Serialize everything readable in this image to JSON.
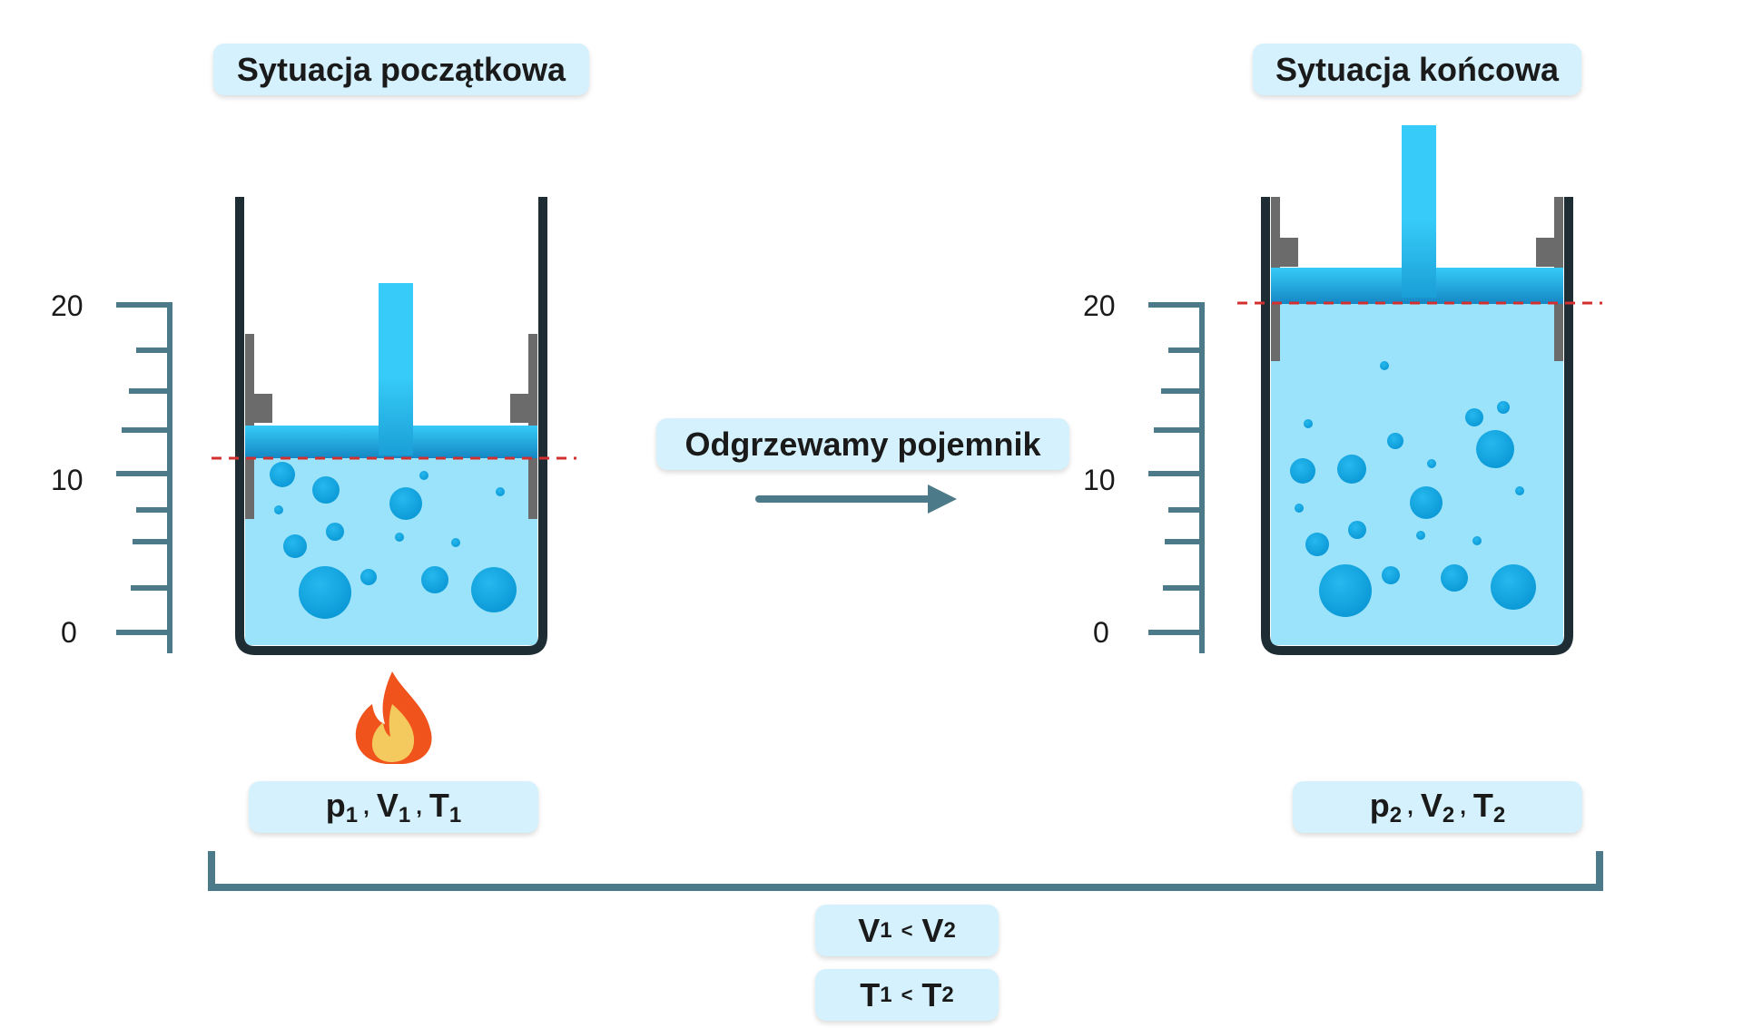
{
  "initial_state": {
    "title": "Sytuacja początkowa"
  },
  "final_state": {
    "title": "Sytuacja końcowa"
  },
  "process": {
    "label": "Odgrzewamy pojemnik"
  },
  "scale": {
    "ticks": [
      "0",
      "10",
      "20"
    ]
  },
  "initial_params": {
    "p": "p",
    "p_sub": "1",
    "v": "V",
    "v_sub": "1",
    "t": "T",
    "t_sub": "1",
    "sep": ","
  },
  "final_params": {
    "p": "p",
    "p_sub": "2",
    "v": "V",
    "v_sub": "2",
    "t": "T",
    "t_sub": "2",
    "sep": ","
  },
  "comparison_volume": {
    "a": "V",
    "a_sub": "1",
    "op": "<",
    "b": "V",
    "b_sub": "2"
  },
  "comparison_temperature": {
    "a": "T",
    "a_sub": "1",
    "op": "<",
    "b": "T",
    "b_sub": "2"
  },
  "colors": {
    "gas": "#9be3fb",
    "piston": "#29c5f6",
    "bubble": "#0ea5e0",
    "wall": "#1e2d33",
    "stopper": "#6b6b6b",
    "scale": "#4d7a88",
    "dashed_line": "#d32f2f",
    "label_bg": "#d4f1fd"
  },
  "icons": {
    "heat": "fire-icon",
    "direction": "arrow-right-icon"
  }
}
